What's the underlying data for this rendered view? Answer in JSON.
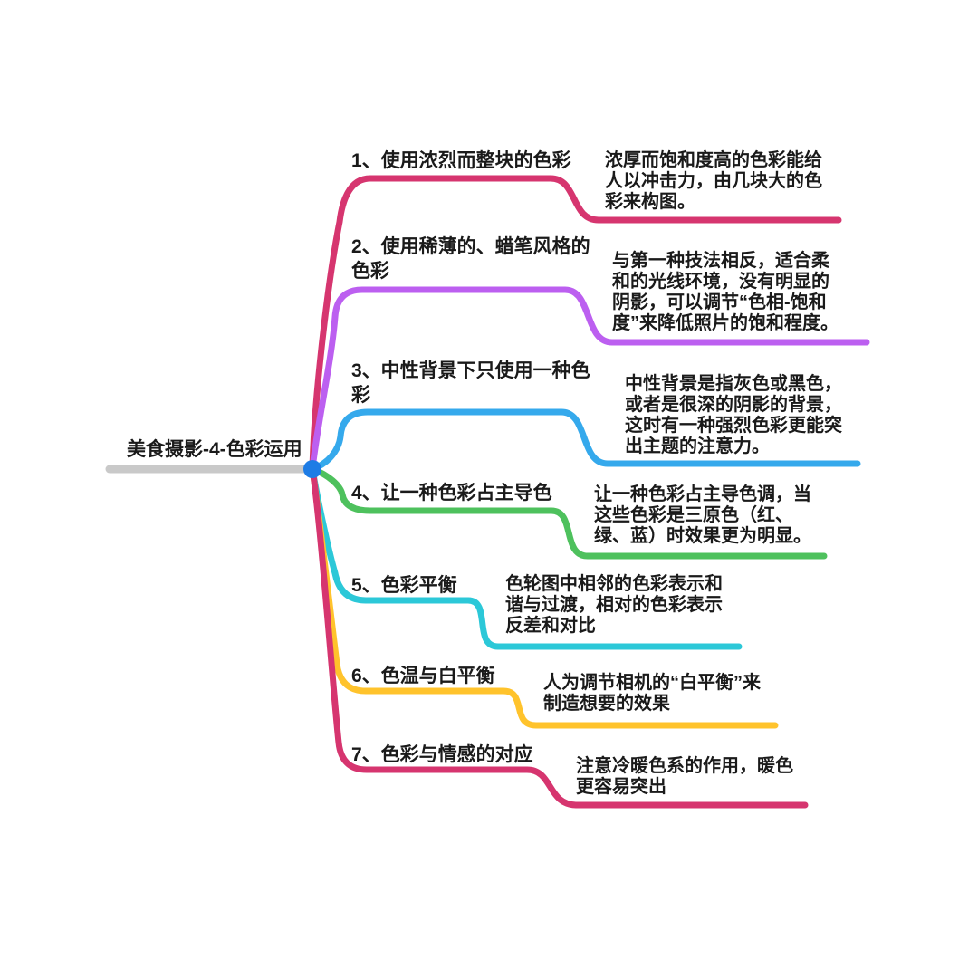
{
  "root": {
    "label": "美食摄影-4-色彩运用",
    "line_color": "#C9C9C9",
    "dot_color": "#1E7CE5",
    "text_color": "#1A1A1A"
  },
  "branches": [
    {
      "id": "1",
      "title": "1、使用浓烈而整块的色彩",
      "description": "浓厚而饱和度高的色彩能给\n人以冲击力，由几块大的色\n彩来构图。",
      "color": "#D6356F"
    },
    {
      "id": "2",
      "title": "2、使用稀薄的、蜡笔风格的\n色彩",
      "description": "与第一种技法相反，适合柔\n和的光线环境，没有明显的\n阴影，可以调节“色相-饱和\n度”来降低照片的饱和程度。",
      "color": "#BC5FF0"
    },
    {
      "id": "3",
      "title": "3、中性背景下只使用一种色\n彩",
      "description": "中性背景是指灰色或黑色，\n或者是很深的阴影的背景，\n这时有一种强烈色彩更能突\n出主题的注意力。",
      "color": "#35A9EC"
    },
    {
      "id": "4",
      "title": "4、让一种色彩占主导色",
      "description": "让一种色彩占主导色调，当\n这些色彩是三原色（红、\n绿、蓝）时效果更为明显。",
      "color": "#4EC15D"
    },
    {
      "id": "5",
      "title": "5、色彩平衡",
      "description": "色轮图中相邻的色彩表示和\n谐与过渡，相对的色彩表示\n反差和对比",
      "color": "#2CC8D8"
    },
    {
      "id": "6",
      "title": "6、色温与白平衡",
      "description": "人为调节相机的“白平衡”来\n制造想要的效果",
      "color": "#FFC32C"
    },
    {
      "id": "7",
      "title": "7、色彩与情感的对应",
      "description": "注意冷暖色系的作用，暖色\n更容易突出",
      "color": "#D6356F"
    }
  ]
}
